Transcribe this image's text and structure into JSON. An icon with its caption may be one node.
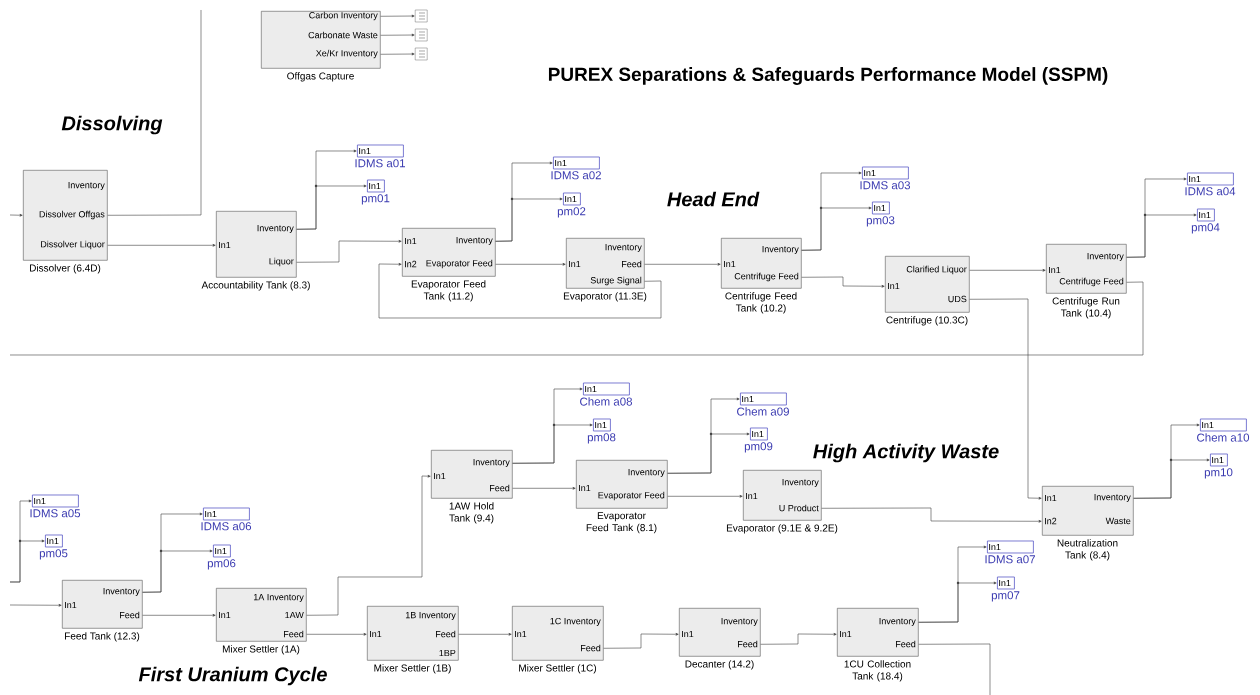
{
  "diagram": {
    "title": "PUREX Separations & Safeguards Performance Model (SSPM)",
    "nodes": [
      {
        "text": [
          "Carbon Inventory",
          "Carbonate Waste",
          "Xe/Kr Inventory"
        ],
        "beside": [
          "Offgas Capture"
        ]
      },
      {
        "text": [],
        "shape": "box"
      },
      {
        "text": [],
        "shape": "box"
      },
      {
        "text": [],
        "shape": "box"
      },
      {
        "text": [
          "Inventory",
          "Dissolver Offgas",
          "Dissolver Liquor"
        ],
        "beside": [
          "Dissolver (6.4D)"
        ]
      },
      {
        "text": [
          "Inventory",
          "In1",
          "Liquor"
        ],
        "beside": [
          "Accountability Tank (8.3)"
        ]
      },
      {
        "text": [
          "In1"
        ],
        "beside": [
          "IDMS a01"
        ]
      },
      {
        "text": [
          "In1"
        ],
        "beside": [
          "pm01"
        ]
      },
      {
        "text": [
          "In1",
          "Inventory",
          "In2",
          "Evaporator Feed"
        ],
        "beside": [
          "Evaporator Feed Tank (11.2)"
        ]
      },
      {
        "text": [
          "In1"
        ],
        "beside": [
          "IDMS a02"
        ]
      },
      {
        "text": [
          "In1"
        ],
        "beside": [
          "pm02"
        ]
      },
      {
        "text": [
          "Inventory",
          "In1",
          "Feed",
          "Surge Signal"
        ],
        "beside": [
          "Evaporator (11.3E)"
        ]
      },
      {
        "text": [
          "Inventory",
          "In1",
          "Centrifuge Feed"
        ],
        "beside": [
          "Centrifuge Feed Tank (10.2)"
        ]
      },
      {
        "text": [
          "In1"
        ],
        "beside": [
          "IDMS a03"
        ]
      },
      {
        "text": [
          "In1"
        ],
        "beside": [
          "pm03"
        ]
      },
      {
        "text": [
          "Clarified Liquor",
          "In1",
          "UDS"
        ],
        "beside": [
          "Centrifuge (10.3C)"
        ]
      },
      {
        "text": [
          "Inventory",
          "In1",
          "Centrifuge Feed"
        ],
        "beside": [
          "Centrifuge Run Tank (10.4)"
        ]
      },
      {
        "text": [
          "In1"
        ],
        "beside": [
          "IDMS a04"
        ]
      },
      {
        "text": [
          "In1"
        ],
        "beside": [
          "pm04"
        ]
      },
      {
        "text": [
          "In1"
        ],
        "beside": [
          "IDMS a05"
        ]
      },
      {
        "text": [
          "In1"
        ],
        "beside": [
          "pm05"
        ]
      },
      {
        "text": [
          "Inventory",
          "In1",
          "Feed"
        ],
        "beside": [
          "Feed Tank (12.3)"
        ]
      },
      {
        "text": [
          "In1"
        ],
        "beside": [
          "IDMS a06"
        ]
      },
      {
        "text": [
          "In1"
        ],
        "beside": [
          "pm06"
        ]
      },
      {
        "text": [
          "1A Inventory",
          "In1",
          "1AW",
          "Feed"
        ],
        "beside": [
          "Mixer Settler (1A)"
        ]
      },
      {
        "text": [
          "Inventory",
          "In1",
          "Feed"
        ],
        "beside": [
          "1AW Hold Tank (9.4)"
        ]
      },
      {
        "text": [
          "In1"
        ],
        "beside": [
          "Chem a08"
        ]
      },
      {
        "text": [
          "In1"
        ],
        "beside": [
          "pm08"
        ]
      },
      {
        "text": [
          "Inventory",
          "In1",
          "Evaporator Feed"
        ],
        "beside": [
          "Evaporator Feed Tank (8.1)"
        ]
      },
      {
        "text": [
          "In1"
        ],
        "beside": [
          "Chem a09"
        ]
      },
      {
        "text": [
          "In1"
        ],
        "beside": [
          "pm09"
        ]
      },
      {
        "text": [
          "Inventory",
          "In1",
          "U Product"
        ],
        "beside": [
          "Evaporator (9.1E & 9.2E)"
        ]
      },
      {
        "text": [
          "In1",
          "Inventory",
          "In2",
          "Waste"
        ],
        "beside": [
          "Neutralization Tank (8.4)"
        ]
      },
      {
        "text": [
          "In1"
        ],
        "beside": [
          "Chem a10"
        ]
      },
      {
        "text": [
          "In1"
        ],
        "beside": [
          "pm10"
        ]
      },
      {
        "text": [
          "1B Inventory",
          "In1",
          "Feed",
          "1BP"
        ],
        "beside": [
          "Mixer Settler (1B)"
        ]
      },
      {
        "text": [
          "1C Inventory",
          "In1",
          "Feed"
        ],
        "beside": [
          "Mixer Settler (1C)"
        ]
      },
      {
        "text": [
          "Inventory",
          "In1",
          "Feed"
        ],
        "beside": [
          "Decanter (14.2)"
        ]
      },
      {
        "text": [
          "Inventory",
          "In1",
          "Feed"
        ],
        "beside": [
          "1CU Collection Tank (18.4)"
        ]
      },
      {
        "text": [
          "In1"
        ],
        "beside": [
          "IDMS a07"
        ]
      },
      {
        "text": [
          "In1"
        ],
        "beside": [
          "pm07"
        ]
      }
    ],
    "edges": [
      {
        "from": 0,
        "to": 1,
        "arrow": "to"
      },
      {
        "from": 0,
        "to": 2,
        "arrow": "to"
      },
      {
        "from": 0,
        "to": 3,
        "arrow": "to"
      },
      {
        "from": null,
        "to": 4,
        "arrow": "to"
      },
      {
        "from": 4,
        "to": null,
        "arrow": "none"
      },
      {
        "from": 4,
        "to": 5,
        "arrow": "to"
      },
      {
        "from": 5,
        "to": 6,
        "arrow": "to"
      },
      {
        "from": 5,
        "to": 7,
        "arrow": "to"
      },
      {
        "from": 5,
        "to": 8,
        "arrow": "to"
      },
      {
        "from": 8,
        "to": 9,
        "arrow": "to"
      },
      {
        "from": 8,
        "to": 10,
        "arrow": "to"
      },
      {
        "from": 8,
        "to": 11,
        "arrow": "to"
      },
      {
        "from": 11,
        "to": 8,
        "arrow": "to"
      },
      {
        "from": 11,
        "to": 12,
        "arrow": "to"
      },
      {
        "from": 12,
        "to": 13,
        "arrow": "to"
      },
      {
        "from": 12,
        "to": 14,
        "arrow": "to"
      },
      {
        "from": 12,
        "to": 15,
        "arrow": "to"
      },
      {
        "from": 15,
        "to": 16,
        "arrow": "to"
      },
      {
        "from": 15,
        "to": 32,
        "arrow": "to"
      },
      {
        "from": 16,
        "to": 17,
        "arrow": "to"
      },
      {
        "from": 16,
        "to": 18,
        "arrow": "to"
      },
      {
        "from": 16,
        "to": null,
        "arrow": "none"
      },
      {
        "from": null,
        "to": 19,
        "arrow": "to"
      },
      {
        "from": null,
        "to": 20,
        "arrow": "to"
      },
      {
        "from": null,
        "to": 21,
        "arrow": "to"
      },
      {
        "from": 21,
        "to": 22,
        "arrow": "to"
      },
      {
        "from": 21,
        "to": 23,
        "arrow": "to"
      },
      {
        "from": 21,
        "to": 24,
        "arrow": "to"
      },
      {
        "from": 24,
        "to": 25,
        "arrow": "to"
      },
      {
        "from": 24,
        "to": 35,
        "arrow": "to"
      },
      {
        "from": 25,
        "to": 26,
        "arrow": "to"
      },
      {
        "from": 25,
        "to": 27,
        "arrow": "to"
      },
      {
        "from": 25,
        "to": 28,
        "arrow": "to"
      },
      {
        "from": 28,
        "to": 29,
        "arrow": "to"
      },
      {
        "from": 28,
        "to": 30,
        "arrow": "to"
      },
      {
        "from": 28,
        "to": 31,
        "arrow": "to"
      },
      {
        "from": 31,
        "to": 32,
        "arrow": "to"
      },
      {
        "from": 32,
        "to": 33,
        "arrow": "to"
      },
      {
        "from": 32,
        "to": 34,
        "arrow": "to"
      },
      {
        "from": 35,
        "to": 36,
        "arrow": "to"
      },
      {
        "from": 36,
        "to": 37,
        "arrow": "to"
      },
      {
        "from": 37,
        "to": 38,
        "arrow": "to"
      },
      {
        "from": 38,
        "to": 39,
        "arrow": "to"
      },
      {
        "from": 38,
        "to": 40,
        "arrow": "to"
      },
      {
        "from": 38,
        "to": null,
        "arrow": "none"
      }
    ],
    "labels": [
      "Dissolving",
      "Head End",
      "High Activity Waste",
      "First Uranium Cycle"
    ]
  }
}
